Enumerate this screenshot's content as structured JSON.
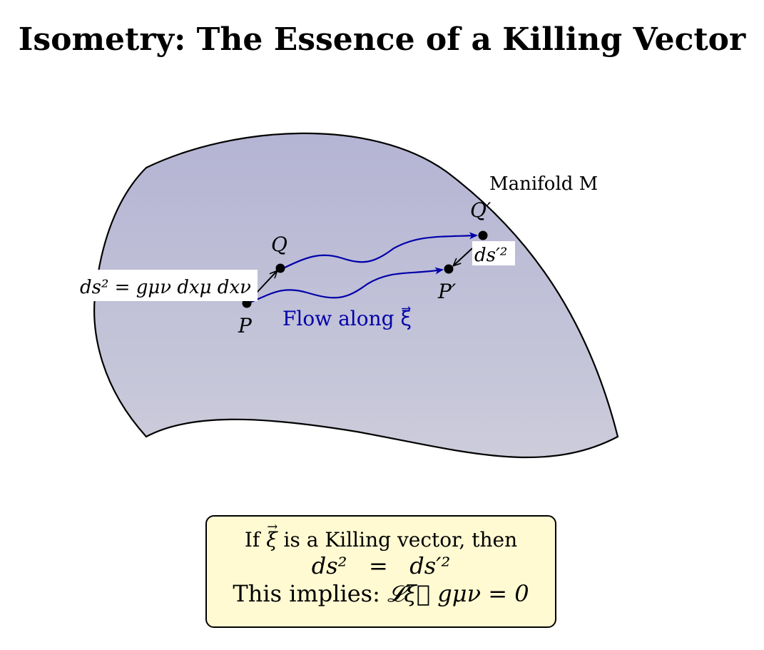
{
  "title": "Isometry: The Essence of a Killing Vector",
  "manifold_label": "Manifold M",
  "points": {
    "P": "P",
    "Q": "Q",
    "P_prime": "P′",
    "Q_prime": "Q′"
  },
  "metric_label": "ds² = gμν dxμ dxν",
  "ds_prime_label": "ds′²",
  "flow_label": "Flow along ξ⃗",
  "box": {
    "line1_prefix": "If",
    "line1_vec": "ξ",
    "line1_suffix": "is a Killing vector, then",
    "line2_left": "ds²",
    "line2_eq": "=",
    "line2_right": "ds′²",
    "line3_prefix": "This implies:",
    "line3_expr": "𝓛ξ⃗ gμν = 0"
  },
  "colors": {
    "manifold_fill_top": "#b4b4d4",
    "manifold_fill_bottom": "#ccccdb",
    "flow": "#0000aa",
    "box_fill": "#fffad2"
  }
}
